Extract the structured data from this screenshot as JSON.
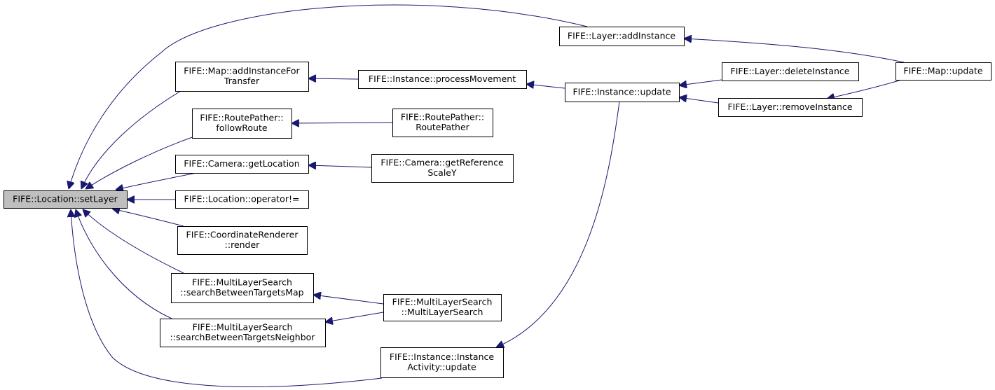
{
  "graph": {
    "edge_color": "#191970",
    "root_fill": "#bfbfbf",
    "nodes": [
      {
        "id": "setLayer",
        "lines": [
          "FIFE::Location::setLayer"
        ],
        "root": true
      },
      {
        "id": "addInstanceForTransfer",
        "lines": [
          "FIFE::Map::addInstanceFor",
          "Transfer"
        ]
      },
      {
        "id": "followRoute",
        "lines": [
          "FIFE::RoutePather::",
          "followRoute"
        ]
      },
      {
        "id": "getLocation",
        "lines": [
          "FIFE::Camera::getLocation"
        ]
      },
      {
        "id": "operatorNe",
        "lines": [
          "FIFE::Location::operator!="
        ]
      },
      {
        "id": "coordRender",
        "lines": [
          "FIFE::CoordinateRenderer",
          "::render"
        ]
      },
      {
        "id": "searchMap",
        "lines": [
          "FIFE::MultiLayerSearch",
          "::searchBetweenTargetsMap"
        ]
      },
      {
        "id": "searchNeighbor",
        "lines": [
          "FIFE::MultiLayerSearch",
          "::searchBetweenTargetsNeighbor"
        ]
      },
      {
        "id": "layerAddInstance",
        "lines": [
          "FIFE::Layer::addInstance"
        ]
      },
      {
        "id": "processMovement",
        "lines": [
          "FIFE::Instance::processMovement"
        ]
      },
      {
        "id": "routePatherCtor",
        "lines": [
          "FIFE::RoutePather::",
          "RoutePather"
        ]
      },
      {
        "id": "getReferenceScaleY",
        "lines": [
          "FIFE::Camera::getReference",
          "ScaleY"
        ]
      },
      {
        "id": "mlsCtor",
        "lines": [
          "FIFE::MultiLayerSearch",
          "::MultiLayerSearch"
        ]
      },
      {
        "id": "activityUpdate",
        "lines": [
          "FIFE::Instance::Instance",
          "Activity::update"
        ]
      },
      {
        "id": "instanceUpdate",
        "lines": [
          "FIFE::Instance::update"
        ]
      },
      {
        "id": "deleteInstance",
        "lines": [
          "FIFE::Layer::deleteInstance"
        ]
      },
      {
        "id": "removeInstance",
        "lines": [
          "FIFE::Layer::removeInstance"
        ]
      },
      {
        "id": "mapUpdate",
        "lines": [
          "FIFE::Map::update"
        ]
      }
    ],
    "edges": [
      {
        "from": "addInstanceForTransfer",
        "to": "setLayer"
      },
      {
        "from": "followRoute",
        "to": "setLayer"
      },
      {
        "from": "getLocation",
        "to": "setLayer"
      },
      {
        "from": "operatorNe",
        "to": "setLayer"
      },
      {
        "from": "coordRender",
        "to": "setLayer"
      },
      {
        "from": "searchMap",
        "to": "setLayer"
      },
      {
        "from": "searchNeighbor",
        "to": "setLayer"
      },
      {
        "from": "layerAddInstance",
        "to": "setLayer"
      },
      {
        "from": "activityUpdate",
        "to": "setLayer"
      },
      {
        "from": "processMovement",
        "to": "addInstanceForTransfer"
      },
      {
        "from": "routePatherCtor",
        "to": "followRoute"
      },
      {
        "from": "getReferenceScaleY",
        "to": "getLocation"
      },
      {
        "from": "mlsCtor",
        "to": "searchMap"
      },
      {
        "from": "mlsCtor",
        "to": "searchNeighbor"
      },
      {
        "from": "instanceUpdate",
        "to": "processMovement"
      },
      {
        "from": "instanceUpdate",
        "to": "activityUpdate"
      },
      {
        "from": "deleteInstance",
        "to": "instanceUpdate"
      },
      {
        "from": "removeInstance",
        "to": "instanceUpdate"
      },
      {
        "from": "mapUpdate",
        "to": "layerAddInstance"
      },
      {
        "from": "mapUpdate",
        "to": "removeInstance"
      }
    ]
  }
}
